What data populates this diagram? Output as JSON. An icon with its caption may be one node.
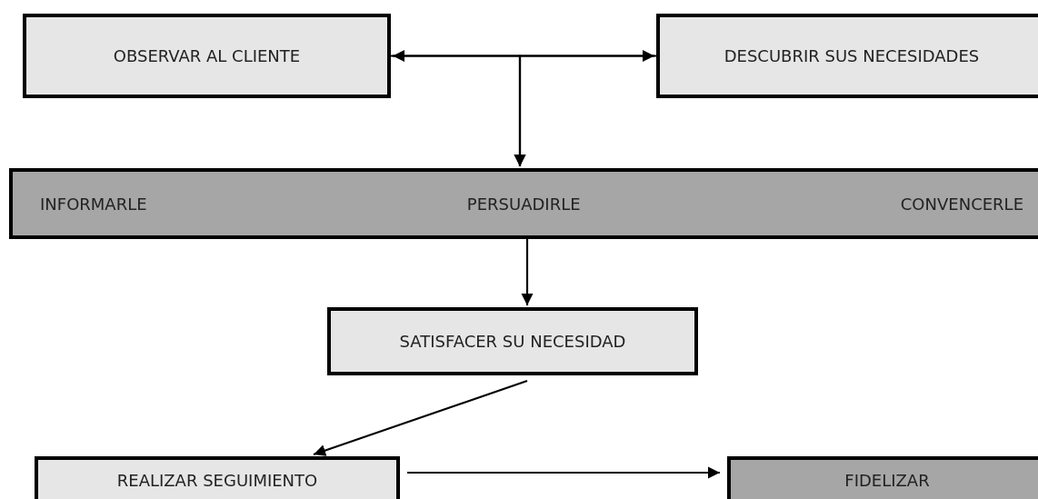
{
  "diagram": {
    "nodes": [
      {
        "text": [
          "OBSERVAR AL CLIENTE"
        ]
      },
      {
        "text": [
          "DESCUBRIR SUS NECESIDADES"
        ]
      },
      {
        "text": [
          "INFORMARLE",
          "PERSUADIRLE",
          "CONVENCERLE"
        ]
      },
      {
        "text": [
          "SATISFACER SU NECESIDAD"
        ]
      },
      {
        "text": [
          "REALIZAR SEGUIMIENTO"
        ]
      },
      {
        "text": [
          "FIDELIZAR"
        ]
      }
    ],
    "edges": [
      {
        "from": 0,
        "to": 1,
        "arrow": "both"
      },
      {
        "from": 0,
        "to": 2,
        "arrow": "to"
      },
      {
        "from": 1,
        "to": 2,
        "arrow": "to"
      },
      {
        "from": 2,
        "to": 3,
        "arrow": "to"
      },
      {
        "from": 3,
        "to": 4,
        "arrow": "to"
      },
      {
        "from": 4,
        "to": 5,
        "arrow": "to"
      }
    ]
  }
}
